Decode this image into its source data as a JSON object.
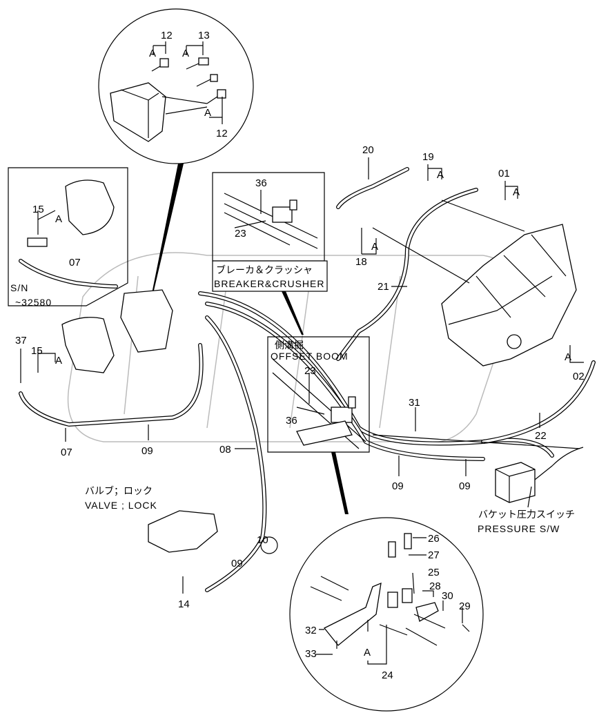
{
  "colors": {
    "line": "#000000",
    "background": "#ffffff",
    "watermark": "#bbbbbb"
  },
  "top_detail": {
    "callouts": [
      "12",
      "13",
      "A",
      "A",
      "A",
      "12"
    ]
  },
  "inset_left": {
    "callouts": [
      "15",
      "A",
      "07"
    ],
    "serial_line1": "S/N",
    "serial_line2": "~32580"
  },
  "inset_breaker": {
    "callouts": [
      "36",
      "23"
    ],
    "title_jp": "ブレーカ＆クラッシャ",
    "title_en": "BREAKER&CRUSHER"
  },
  "inset_offset": {
    "callouts": [
      "23",
      "36"
    ],
    "title_jp": "側溝掘",
    "title_en": "OFFSET BOOM"
  },
  "control_valve": {
    "callouts": [
      "20",
      "19",
      "A",
      "01",
      "A",
      "18",
      "A",
      "21",
      "A",
      "02"
    ]
  },
  "main": {
    "callouts": [
      "37",
      "15",
      "A",
      "07",
      "09",
      "08",
      "31",
      "22",
      "09",
      "09",
      "10",
      "09",
      "14"
    ]
  },
  "valve_lock": {
    "label_jp": "バルブ；ロック",
    "label_en": "VALVE ; LOCK"
  },
  "pressure_switch": {
    "label_jp": "バケット圧力スイッチ",
    "label_en": "PRESSURE S/W"
  },
  "bottom_detail": {
    "callouts": [
      "26",
      "27",
      "25",
      "28",
      "30",
      "29",
      "32",
      "33",
      "A",
      "24"
    ]
  }
}
